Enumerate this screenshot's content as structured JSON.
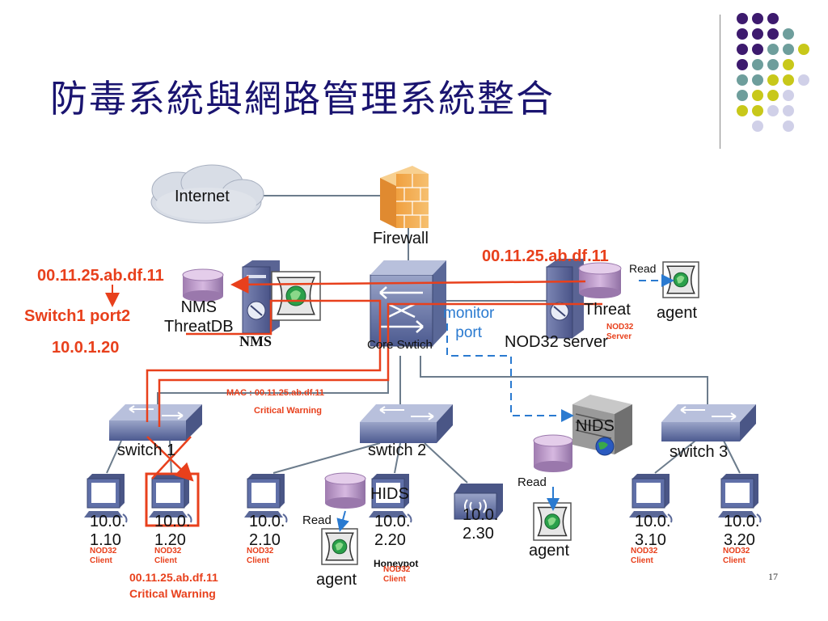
{
  "slide": {
    "title": "防毒系統與網路管理系統整合",
    "number": "17"
  },
  "colors": {
    "title": "#1a1470",
    "red_path": "#e8401c",
    "blue_dashed": "#2a7ad0",
    "purple_dot": "#3d1a6e",
    "teal_dot": "#6e9e9c",
    "yellow_dot": "#c8c81a",
    "lavender_dot": "#d0d0e8"
  },
  "labels": {
    "internet": "Internet",
    "firewall": "Firewall",
    "nms": "NMS",
    "nms_db": "NMS\nThreatDB",
    "core_switch": "Core Swtich",
    "monitor_port": "monitor\nport",
    "nod32_server": "NOD32 server",
    "threat": "Threat",
    "nod32_server_small": "NOD32\nServer",
    "agent_top": "agent",
    "read_top": "Read",
    "switch1": "switch 1",
    "switch2": "swtich 2",
    "switch3": "switch 3",
    "nids": "NIDS",
    "hids": "HIDS",
    "read_nids": "Read",
    "read_hids": "Read",
    "agent_nids": "agent",
    "agent_hids": "agent",
    "honeypot": "Honeypot"
  },
  "annotations": {
    "mac_left": "00.11.25.ab.df.11",
    "switch_port": "Switch1  port2",
    "ip_left": "10.0.1.20",
    "mac_top_right": "00.11.25.ab.df.11",
    "mac_warning_mid": "MAC : 00.11.25.ab.df.11",
    "critical_warning_mid": "Critical Warning",
    "mac_bottom": "00.11.25.ab.df.11",
    "critical_warning_bottom": "Critical Warning"
  },
  "clients": [
    {
      "ip": "10.0.\n1.10",
      "tag": "NOD32\nClient"
    },
    {
      "ip": "10.0.\n1.20",
      "tag": "NOD32\nClient"
    },
    {
      "ip": "10.0.\n2.10",
      "tag": "NOD32\nClient"
    },
    {
      "ip": "10.0.\n2.20",
      "tag": "NOD32\nClient"
    },
    {
      "ip": "10.0.\n2.30",
      "tag": ""
    },
    {
      "ip": "10.0.\n3.10",
      "tag": "NOD32\nClient"
    },
    {
      "ip": "10.0.\n3.20",
      "tag": "NOD32\nClient"
    }
  ]
}
